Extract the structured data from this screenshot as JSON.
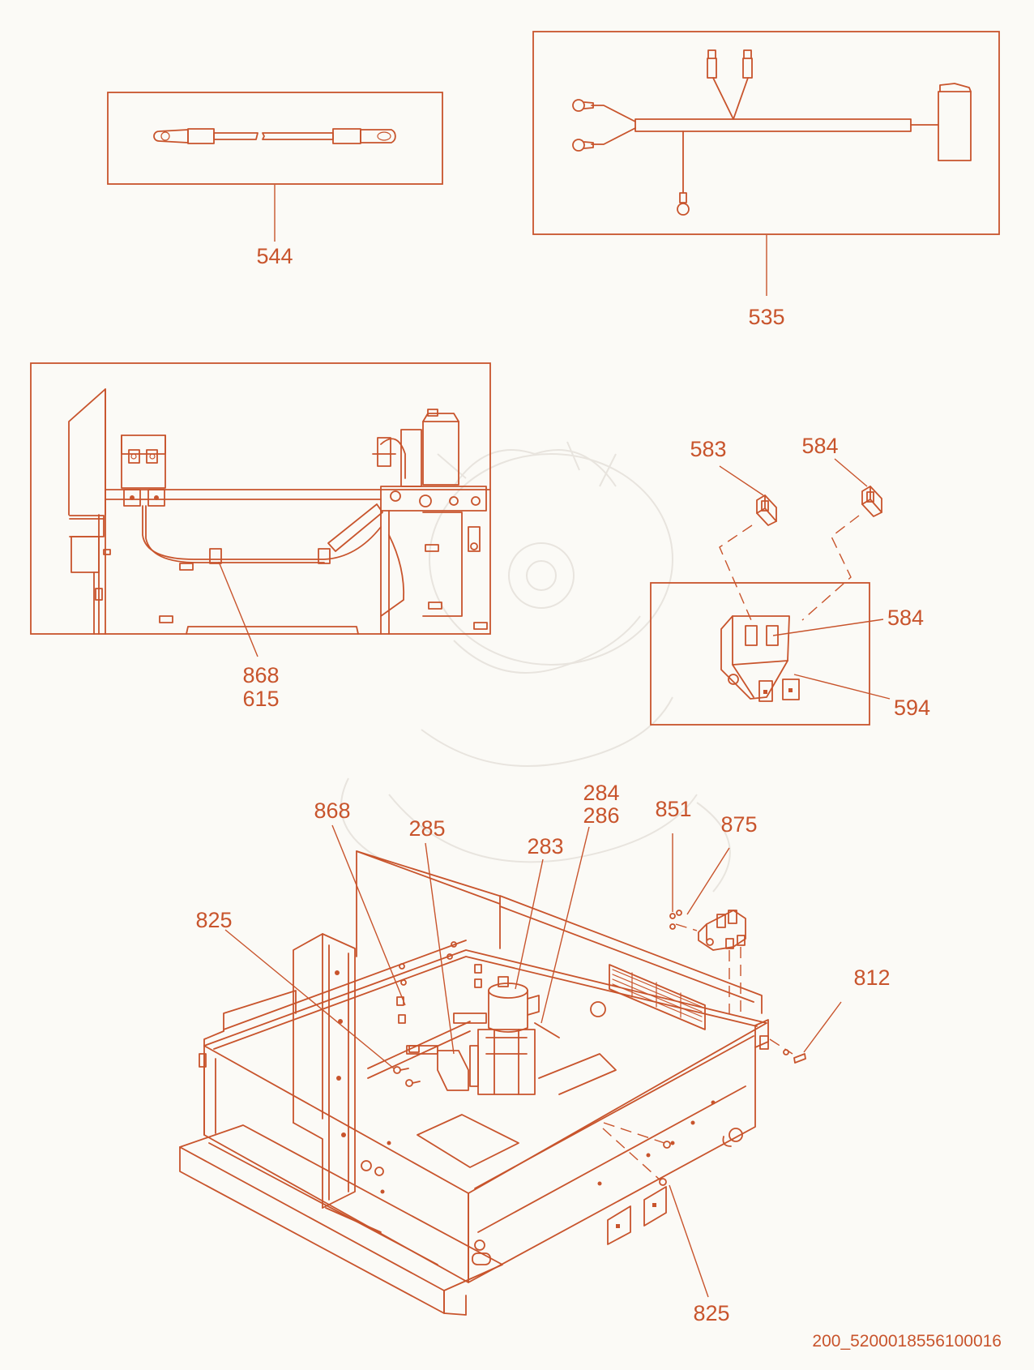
{
  "labels": {
    "p544": "544",
    "p535": "535",
    "p868a": "868",
    "p615": "615",
    "p583": "583",
    "p584a": "584",
    "p584b": "584",
    "p594": "594",
    "p868b": "868",
    "p285": "285",
    "p284": "284",
    "p286": "286",
    "p283": "283",
    "p851": "851",
    "p875": "875",
    "p825a": "825",
    "p812": "812",
    "p825b": "825"
  },
  "footer": {
    "drawing_id": "200_5200018556100016"
  },
  "colors": {
    "line": "#c8542c",
    "background": "#fbfaf6",
    "watermark": "#e6e2dc"
  }
}
